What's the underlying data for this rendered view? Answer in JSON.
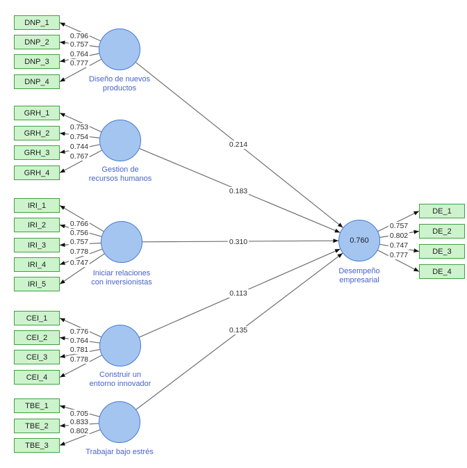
{
  "constructs": [
    {
      "id": "DNP",
      "label_lines": [
        "Diseño de nuevos",
        "productos"
      ],
      "indicators": [
        {
          "label": "DNP_1",
          "loading": "0.796"
        },
        {
          "label": "DNP_2",
          "loading": "0.757"
        },
        {
          "label": "DNP_3",
          "loading": "0.764"
        },
        {
          "label": "DNP_4",
          "loading": "0.777"
        }
      ]
    },
    {
      "id": "GRH",
      "label_lines": [
        "Gestion de",
        "recursos humanos"
      ],
      "indicators": [
        {
          "label": "GRH_1",
          "loading": "0.753"
        },
        {
          "label": "GRH_2",
          "loading": "0.754"
        },
        {
          "label": "GRH_3",
          "loading": "0.744"
        },
        {
          "label": "GRH_4",
          "loading": "0.767"
        }
      ]
    },
    {
      "id": "IRI",
      "label_lines": [
        "Iniciar relaciones",
        "con inversionistas"
      ],
      "indicators": [
        {
          "label": "IRI_1",
          "loading": "0.766"
        },
        {
          "label": "IRI_2",
          "loading": "0.756"
        },
        {
          "label": "IRI_3",
          "loading": "0.757"
        },
        {
          "label": "IRI_4",
          "loading": "0.778"
        },
        {
          "label": "IRI_5",
          "loading": "0.747"
        }
      ]
    },
    {
      "id": "CEI",
      "label_lines": [
        "Construir un",
        "entorno innovador"
      ],
      "indicators": [
        {
          "label": "CEI_1",
          "loading": "0.776"
        },
        {
          "label": "CEI_2",
          "loading": "0.764"
        },
        {
          "label": "CEI_3",
          "loading": "0.781"
        },
        {
          "label": "CEI_4",
          "loading": "0.778"
        }
      ]
    },
    {
      "id": "TBE",
      "label_lines": [
        "Trabajar bajo estrés"
      ],
      "indicators": [
        {
          "label": "TBE_1",
          "loading": "0.705"
        },
        {
          "label": "TBE_2",
          "loading": "0.833"
        },
        {
          "label": "TBE_3",
          "loading": "0.802"
        }
      ]
    },
    {
      "id": "DE",
      "label_lines": [
        "Desempeño",
        "empresarial"
      ],
      "value": "0.760",
      "indicators": [
        {
          "label": "DE_1",
          "loading": "0.757"
        },
        {
          "label": "DE_2",
          "loading": "0.802"
        },
        {
          "label": "DE_3",
          "loading": "0.747"
        },
        {
          "label": "DE_4",
          "loading": "0.777"
        }
      ]
    }
  ],
  "paths": [
    {
      "from": "DNP",
      "to": "DE",
      "coefficient": "0.214"
    },
    {
      "from": "GRH",
      "to": "DE",
      "coefficient": "0.183"
    },
    {
      "from": "IRI",
      "to": "DE",
      "coefficient": "0.310"
    },
    {
      "from": "CEI",
      "to": "DE",
      "coefficient": "0.113"
    },
    {
      "from": "TBE",
      "to": "DE",
      "coefficient": "0.135"
    }
  ],
  "colors": {
    "indicator_fill": "#CDF3CD",
    "indicator_border": "#3FA03F",
    "construct_fill": "#A5C5F1",
    "construct_border": "#4878CF",
    "construct_label_text": "#4862C8",
    "line": "#6E6E6E",
    "arrow": "#111111"
  }
}
